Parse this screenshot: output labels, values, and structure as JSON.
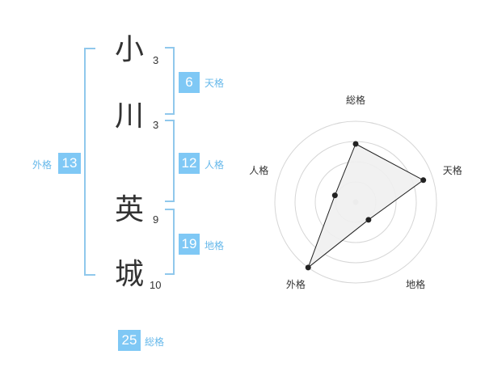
{
  "name": {
    "characters": [
      {
        "char": "小",
        "strokes": "3"
      },
      {
        "char": "川",
        "strokes": "3"
      },
      {
        "char": "英",
        "strokes": "9"
      },
      {
        "char": "城",
        "strokes": "10"
      }
    ]
  },
  "fortune": {
    "tenkaku": {
      "value": "6",
      "label": "天格"
    },
    "jinkaku": {
      "value": "12",
      "label": "人格"
    },
    "chikaku": {
      "value": "19",
      "label": "地格"
    },
    "gaikaku": {
      "value": "13",
      "label": "外格"
    },
    "soukaku": {
      "value": "25",
      "label": "総格"
    }
  },
  "colors": {
    "accent": "#7fc8f5",
    "bracket": "#90c8ec",
    "label": "#66b8ea",
    "text": "#333333",
    "radar_fill": "#f0f0f0",
    "radar_ring": "#d6d6d6"
  },
  "chart_data": {
    "type": "radar",
    "axes": [
      "総格",
      "天格",
      "地格",
      "外格",
      "人格"
    ],
    "values": [
      0.72,
      0.88,
      0.27,
      1.0,
      0.27
    ],
    "range": [
      0,
      1
    ],
    "rings": 4,
    "grid": true,
    "legend": "none"
  }
}
